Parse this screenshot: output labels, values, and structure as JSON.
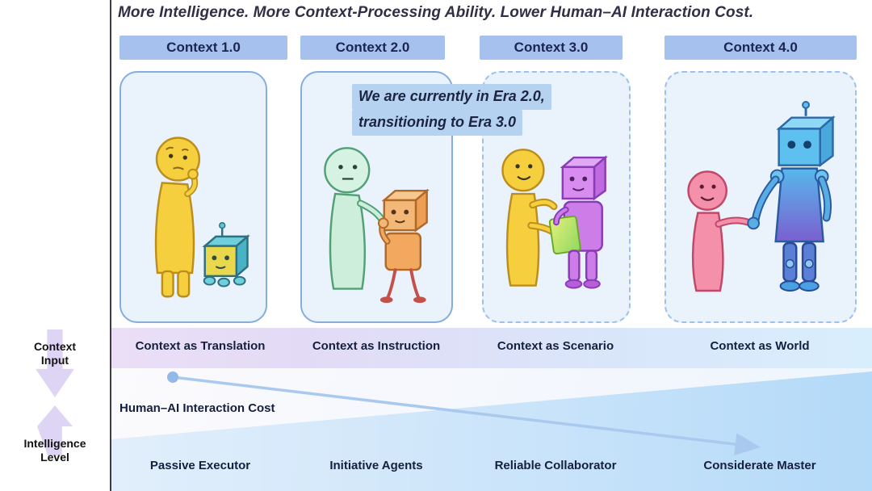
{
  "title": "More Intelligence. More Context-Processing Ability. Lower Human–AI Interaction Cost.",
  "callout": {
    "line1": "We are currently in Era 2.0,",
    "line2": "transitioning to Era 3.0"
  },
  "columns": [
    {
      "header": "Context 1.0",
      "context_label": "Context as Translation",
      "role_label": "Passive Executor",
      "panel_border": "solid"
    },
    {
      "header": "Context 2.0",
      "context_label": "Context as Instruction",
      "role_label": "Initiative Agents",
      "panel_border": "solid"
    },
    {
      "header": "Context 3.0",
      "context_label": "Context as Scenario",
      "role_label": "Reliable Collaborator",
      "panel_border": "dashed"
    },
    {
      "header": "Context 4.0",
      "context_label": "Context as World",
      "role_label": "Considerate Master",
      "panel_border": "dashed"
    }
  ],
  "left_axis": {
    "context_input": "Context Input",
    "intelligence_level": "Intelligence Level"
  },
  "cost_line_label": "Human–AI Interaction Cost",
  "colors": {
    "header_bar": "#a6c1ee",
    "header_text": "#1b2550",
    "panel_fill": "#eaf2fc",
    "panel_border_solid": "#84aede",
    "panel_border_dashed": "#9cc2ec",
    "callout_highlight": "#b5d2f1",
    "band_left": "#ebdff7",
    "band_right": "#d9eefd",
    "wedge_blue": "#b9ddf9",
    "cost_line": "#a9c9ef",
    "axis_arrow": "#ded5f4",
    "label_text": "#14203e"
  }
}
